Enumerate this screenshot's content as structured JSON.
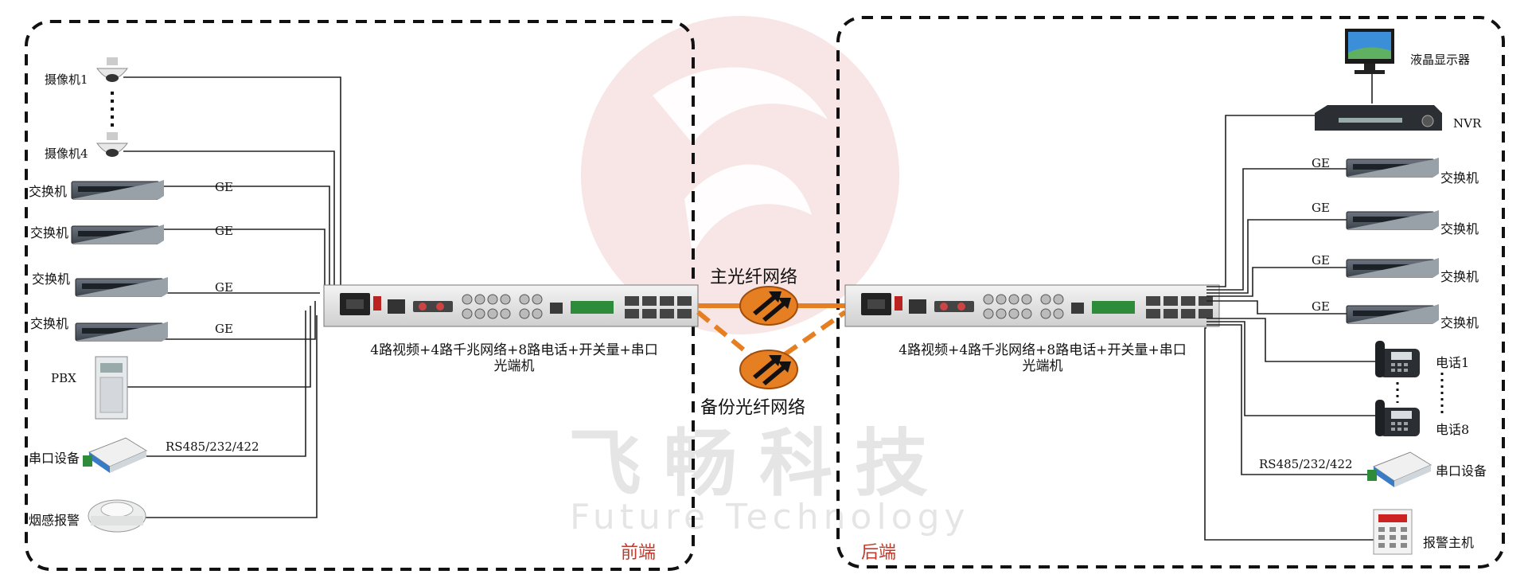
{
  "watermark": {
    "chinese": "飞畅科技",
    "english": "Future Technology"
  },
  "front": {
    "label": "前端",
    "devices": {
      "camera1": "摄像机1",
      "camera4": "摄像机4",
      "switch": "交换机",
      "pbx": "PBX",
      "serial_device": "串口设备",
      "smoke_alarm": "烟感报警"
    },
    "ge": "GE",
    "serial_protocol": "RS485/232/422",
    "transceiver_caption_line1": "4路视频+4路千兆网络+8路电话+开关量+串口",
    "transceiver_caption_line2": "光端机"
  },
  "back": {
    "label": "后端",
    "devices": {
      "monitor": "液晶显示器",
      "nvr": "NVR",
      "switch": "交换机",
      "phone1": "电话1",
      "phone8": "电话8",
      "serial_device": "串口设备",
      "alarm_host": "报警主机"
    },
    "ge": "GE",
    "serial_protocol": "RS485/232/422",
    "transceiver_caption_line1": "4路视频+4路千兆网络+8路电话+开关量+串口",
    "transceiver_caption_line2": "光端机"
  },
  "network": {
    "primary": "主光纤网络",
    "backup": "备份光纤网络"
  },
  "colors": {
    "fiber": "#e67e22",
    "side_label": "#c0392b",
    "watermark_red": "#e8b4b4"
  }
}
